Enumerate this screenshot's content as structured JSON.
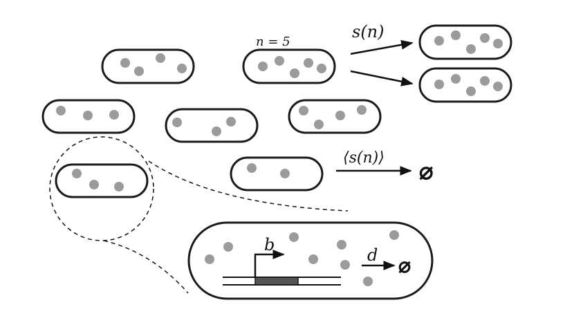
{
  "labels": {
    "n_equals": "n = 5",
    "division_rate": "s(n)",
    "mean_rate": "⟨s(n)⟩",
    "burst_size": "b",
    "degradation_rate": "d",
    "empty_set": "⌀"
  },
  "colors": {
    "cell_outline": "#1a1a1a",
    "molecule": "#9b9b9b",
    "gene_block": "#555555"
  }
}
